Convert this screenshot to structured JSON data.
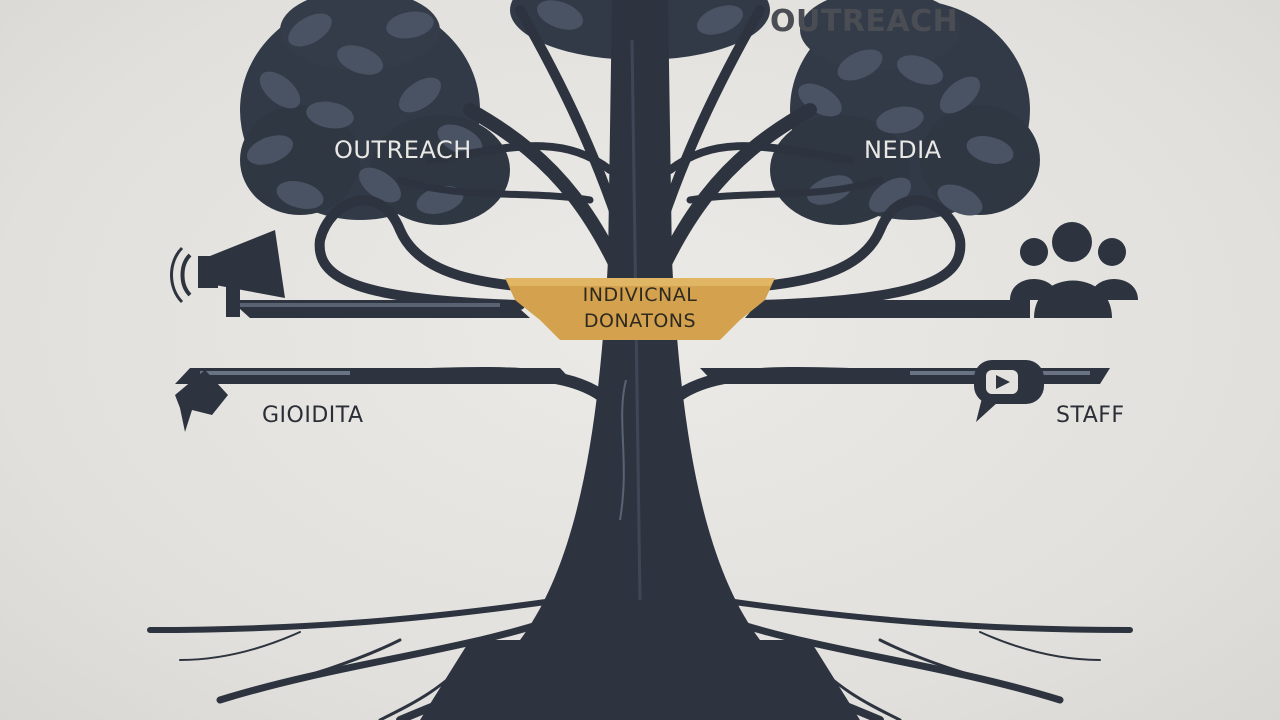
{
  "labels": {
    "top_right": "OUTREACH",
    "outreach_left": "OUTREACH",
    "media_right": "NEDIA",
    "left_bottom": "GIOIDITA",
    "staff": "STAFF"
  },
  "banner": {
    "line1": "INDIVICNAL",
    "line2": "DONATONS"
  },
  "icons": [
    "megaphone-icon",
    "people-icon",
    "speech-bubble-icon",
    "video-chat-icon"
  ],
  "colors": {
    "tree": "#2d3440",
    "leaves": "#323a47",
    "leaf_light": "#4a5363",
    "banner": "#d4a24e",
    "background": "#e4e2de"
  }
}
